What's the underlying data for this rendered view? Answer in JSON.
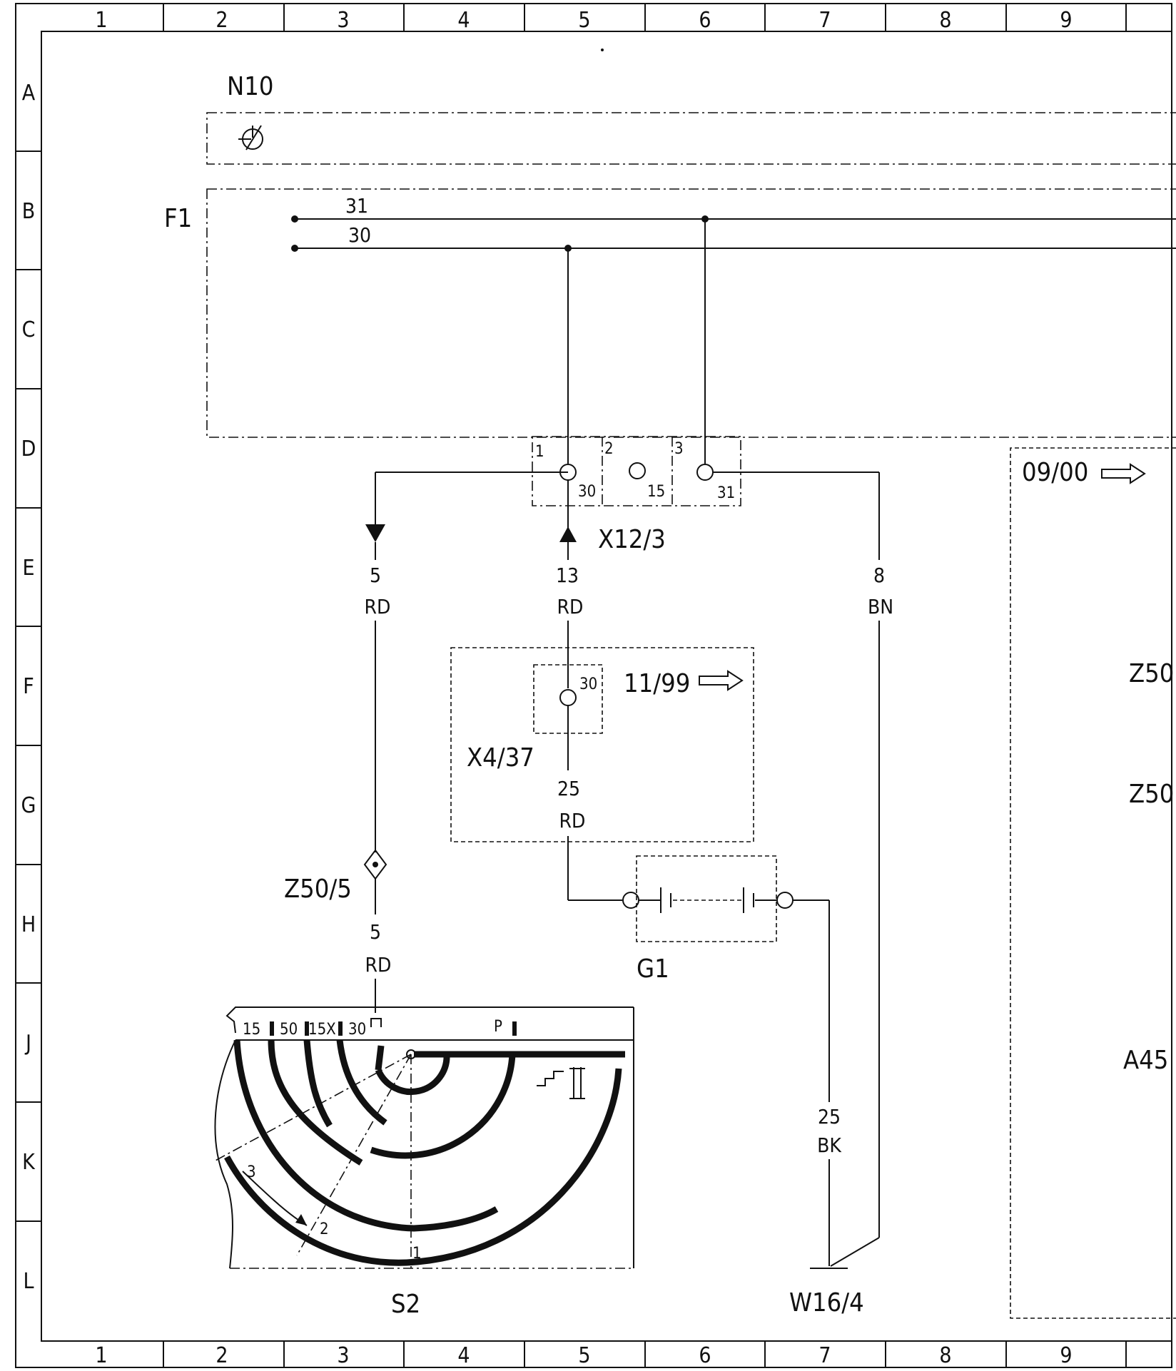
{
  "grid": {
    "columns": [
      "1",
      "2",
      "3",
      "4",
      "5",
      "6",
      "7",
      "8",
      "9"
    ],
    "rows": [
      "A",
      "B",
      "C",
      "D",
      "E",
      "F",
      "G",
      "H",
      "J",
      "K",
      "L"
    ]
  },
  "components": {
    "n10": "N10",
    "f1": "F1",
    "x12_3": "X12/3",
    "x4_37": "X4/37",
    "g1": "G1",
    "z50_5": "Z50/5",
    "s2": "S2",
    "w16_4": "W16/4",
    "z50_a": "Z50",
    "z50_b": "Z50",
    "a45": "A45"
  },
  "bus": {
    "line31": "31",
    "line30": "30"
  },
  "x12_pins": {
    "p1": "1",
    "p2": "2",
    "p3": "3",
    "t30": "30",
    "t15": "15",
    "t31": "31"
  },
  "x4_pin": "30",
  "dates": {
    "from_1199": "11/99",
    "from_0900": "09/00"
  },
  "wires": {
    "w5_top": {
      "gauge": "5",
      "color": "RD"
    },
    "w13": {
      "gauge": "13",
      "color": "RD"
    },
    "w8": {
      "gauge": "8",
      "color": "BN"
    },
    "w25_rd": {
      "gauge": "25",
      "color": "RD"
    },
    "w5_bot": {
      "gauge": "5",
      "color": "RD"
    },
    "w25_bk": {
      "gauge": "25",
      "color": "BK"
    }
  },
  "switch_terminals": [
    "15",
    "50",
    "15X",
    "30",
    "P"
  ],
  "switch_positions": [
    "3",
    "2",
    "1"
  ]
}
